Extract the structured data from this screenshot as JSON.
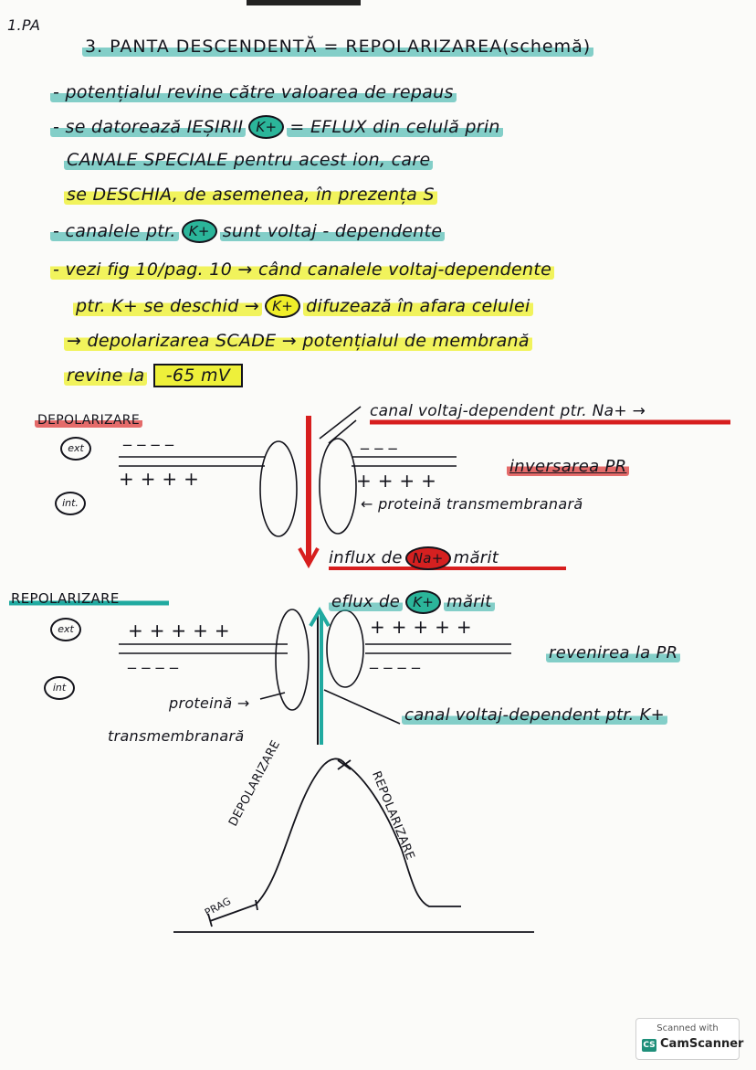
{
  "corner_label": "1.PA",
  "heading": "3. PANTA DESCENDENTĂ = REPOLARIZAREA(schemă)",
  "notes": {
    "b1": "- potențialul revine către valoarea de repaus",
    "b2a": "- se datorează IEȘIRII",
    "b2_ion": "K+",
    "b2b": "= EFLUX din celulă prin",
    "b2c": "CANALE SPECIALE pentru acest ion, care",
    "b2d": "se DESCHIA, de asemenea, în prezența S",
    "b3a": "- canalele ptr.",
    "b3_ion": "K+",
    "b3b": "sunt voltaj - dependente",
    "b4a": "- vezi fig 10/pag. 10 → când canalele voltaj-dependente",
    "b4b": "ptr. K+ se deschid →",
    "b4_ion": "K+",
    "b4c": "difuzează în afara celulei",
    "b4d": "→ depolarizarea SCADE → potențialul de membrană",
    "b4e": "revine la",
    "mv_value": "-65 mV"
  },
  "depol": {
    "title": "DEPOLARIZARE",
    "ext": "ext",
    "int": "int.",
    "minus_top": "_ _ _ _",
    "minus_top_r": "_ _ _",
    "plus_bottom": "+ + + +",
    "plus_bottom_r": "+ + + +",
    "canal_label": "canal voltaj-dependent ptr. Na+ →",
    "inversarea": "inversarea PR",
    "proteina": "← proteină transmembranară",
    "influx_a": "influx de",
    "influx_ion": "Na+",
    "influx_b": "mărit"
  },
  "repol": {
    "title": "REPOLARIZARE",
    "ext": "ext",
    "int": "int",
    "efflux_a": "eflux de",
    "efflux_ion": "K+",
    "efflux_b": "mărit",
    "plus_top": "+ + + + +",
    "plus_top_r": "+ + + + +",
    "minus_bottom": "_ _ _ _",
    "minus_bottom_r": "_ _ _ _",
    "revenirea": "revenirea la PR",
    "proteina_a": "proteină →",
    "proteina_b": "transmembranară",
    "canal_label": "canal voltaj-dependent ptr. K+"
  },
  "curve": {
    "left_label": "DEPOLARIZARE",
    "right_label": "REPOLARIZARE",
    "prag": "PRAG"
  },
  "scanner": {
    "top": "Scanned with",
    "name": "CamScanner",
    "mark": "CS"
  },
  "colors": {
    "teal": "#20aaa0",
    "yellow": "#eef028",
    "red": "#d71e1e"
  }
}
